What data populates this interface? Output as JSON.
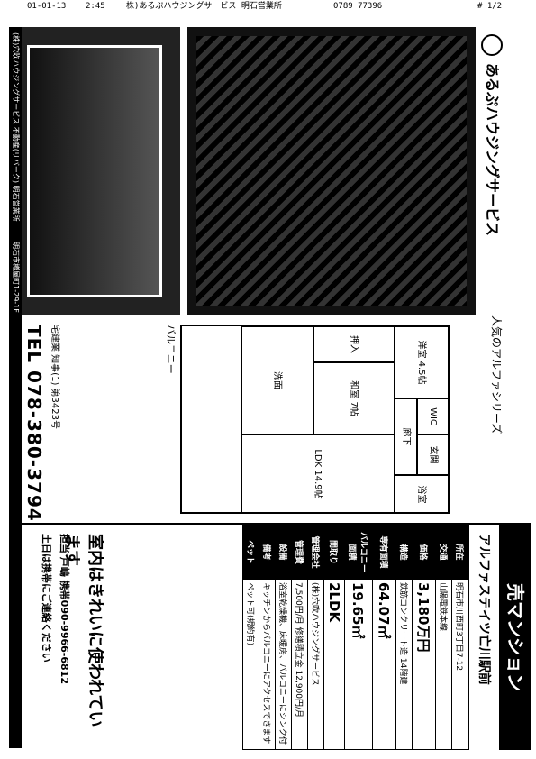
{
  "fax_header": {
    "date": "01-01-13",
    "time": "2:45",
    "sender": "株)あるぷハウジングサービス 明石営業所",
    "fax_no": "0789 77396",
    "page": "#  1/2"
  },
  "agency": {
    "name": "あるぷハウジングサービス",
    "series": "人気のアルファシリーズ",
    "footer_company": "(株)穴吹ハウジングサービス 不動産(リバーク) 明石営業所",
    "footer_address": "明石市樽屋町1-29-1F",
    "license": "宅建業 知事(1) 第3423号",
    "tel": "TEL 078-380-3794"
  },
  "right_panel": {
    "sale_title": "売マンション",
    "property_name": "アルファステイツ亡川駅前",
    "spec_rows": [
      {
        "key": "所在",
        "value": "明石市川西町3丁目7-12"
      },
      {
        "key": "交通",
        "value": "山陽電鉄本線"
      },
      {
        "key": "価格",
        "value": "3,180万円"
      },
      {
        "key": "構造",
        "value": "鉄筋コンクリート造 14階建"
      },
      {
        "key": "専有面積",
        "value": "64.07㎡"
      },
      {
        "key": "バルコニー面積",
        "value": "19.65㎡"
      },
      {
        "key": "間取り",
        "value": "2LDK"
      },
      {
        "key": "管理会社",
        "value": "(株)穴吹ハウジングサービス"
      },
      {
        "key": "管理費",
        "value": "7,500円/月 修繕積立金 12,900円/月"
      },
      {
        "key": "設備",
        "value": "浴室乾燥機、床暖房、バルコニーにシンク付"
      },
      {
        "key": "備考",
        "value": "キッチンからバルコニーにアクセスできます"
      },
      {
        "key": "ペット",
        "value": "ペット可(規約有)"
      }
    ],
    "clean_message": "室内はきれいに使われています",
    "agent_line": "担当 戸嶋 携帯090-9966-6812",
    "agent_line2": "土日は携帯にご連絡ください"
  },
  "floor_plan": {
    "rooms": [
      {
        "label": "洋室 4.5帖"
      },
      {
        "label": "WIC"
      },
      {
        "label": "玄関"
      },
      {
        "label": "浴室"
      },
      {
        "label": "廊下"
      },
      {
        "label": "押入"
      },
      {
        "label": "和室 7帖"
      },
      {
        "label": "LDK 14.9帖"
      },
      {
        "label": "洗面"
      }
    ],
    "balcony": "バルコニー"
  }
}
